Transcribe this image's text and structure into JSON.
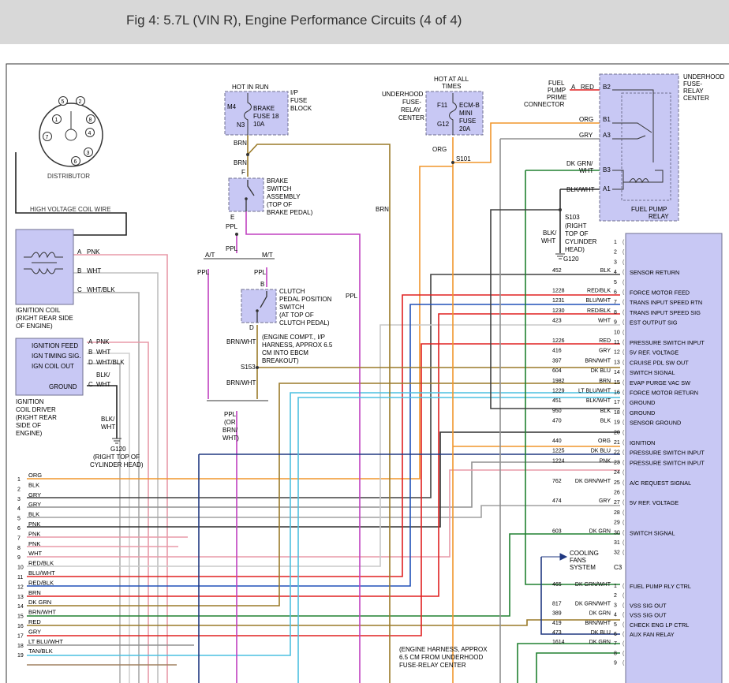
{
  "title": "Fig 4: 5.7L (VIN R), Engine Performance Circuits (4 of 4)",
  "colors": {
    "background": "#ffffff",
    "title_bar": "#d8d8d8",
    "component_fill": "#c8c8f4",
    "component_stroke": "#707090",
    "orange": "#f0962c",
    "pink": "#e89aa8",
    "red": "#e02020",
    "blue": "#2050b8",
    "dark_blue": "#203880",
    "dark_green": "#208030",
    "brown": "#9a7a28",
    "gray": "#909090",
    "black": "#202020",
    "purple": "#c040c0",
    "light_blue": "#4cc0e0"
  },
  "distributor": {
    "label": "DISTRIBUTOR",
    "pins": [
      "1",
      "2",
      "3",
      "4",
      "5",
      "6",
      "7",
      "8"
    ],
    "coil_wire": "HIGH VOLTAGE COIL WIRE"
  },
  "ignition_coil": {
    "label": [
      "IGNITION COIL",
      "(RIGHT REAR SIDE",
      "OF ENGINE)"
    ],
    "pins": [
      {
        "pin": "A",
        "wire": "PNK"
      },
      {
        "pin": "B",
        "wire": "WHT"
      },
      {
        "pin": "C",
        "wire": "WHT/BLK"
      }
    ]
  },
  "coil_driver": {
    "label": [
      "IGNITION",
      "COIL DRIVER",
      "(RIGHT REAR",
      "SIDE OF",
      "ENGINE)"
    ],
    "signals": [
      "IGNITION FEED",
      "IGN TIMING SIG.",
      "IGN COIL OUT",
      "GROUND"
    ],
    "pins": [
      {
        "pin": "A",
        "wire": "PNK"
      },
      {
        "pin": "B",
        "wire": "WHT"
      },
      {
        "pin": "D",
        "wire": "WHT/BLK"
      },
      {
        "pin": "C",
        "wire": "WHT"
      }
    ],
    "ground_wire": [
      "BLK/",
      "WHT"
    ],
    "ground_wire2": [
      "BLK/",
      "WHT"
    ],
    "ground": "G120",
    "ground_note": [
      "(RIGHT TOP OF",
      "CYLINDER HEAD)"
    ]
  },
  "fuse_block": {
    "hot": "HOT IN RUN",
    "label": [
      "I/P",
      "FUSE",
      "BLOCK"
    ],
    "fuse": [
      "BRAKE",
      "FUSE 18",
      "10A"
    ],
    "terminals": [
      "M4",
      "N3"
    ]
  },
  "brake_switch": {
    "label": [
      "BRAKE",
      "SWITCH",
      "ASSEMBLY",
      "(TOP OF",
      "BRAKE PEDAL)"
    ],
    "terminals": [
      "F",
      "E"
    ]
  },
  "clutch_switch": {
    "label": [
      "CLUTCH",
      "PEDAL POSITION",
      "SWITCH",
      "(AT TOP OF",
      "CLUTCH PEDAL)"
    ],
    "terminals": [
      "B",
      "D"
    ],
    "at": "A/T",
    "mt": "M/T"
  },
  "splices": {
    "s153": "S153",
    "s101": "S101",
    "s103": "S103",
    "s153_note": [
      "(ENGINE COMPT., I/P",
      "HARNESS, APPROX 6.5",
      "CM INTO EBCM",
      "BREAKOUT)"
    ],
    "s103_note": [
      "(RIGHT",
      "TOP OF",
      "CYLINDER",
      "HEAD)"
    ],
    "g120": "G120",
    "ppl_note": [
      "PPL",
      "(OR",
      "BRN/",
      "WHT)"
    ]
  },
  "underhood_ecm": {
    "hot": [
      "HOT AT ALL",
      "TIMES"
    ],
    "label": [
      "UNDERHOOD",
      "FUSE-",
      "RELAY",
      "CENTER"
    ],
    "fuse": [
      "ECM-B",
      "MINI",
      "FUSE",
      "20A"
    ],
    "terminals": [
      "F11",
      "G12"
    ]
  },
  "fuel_pump_prime": [
    "FUEL",
    "PUMP",
    "PRIME",
    "CONNECTOR"
  ],
  "fuel_relay": {
    "label": [
      "UNDERHOOD",
      "FUSE-",
      "RELAY",
      "CENTER"
    ],
    "relay_label": [
      "FUEL PUMP",
      "RELAY"
    ],
    "pins": [
      "B2",
      "B1",
      "A3",
      "B3",
      "A1"
    ],
    "prime_pin": "A"
  },
  "harness_note": [
    "(ENGINE HARNESS, APPROX",
    "6.5 CM FROM UNDERHOOD",
    "FUSE-RELAY CENTER"
  ],
  "cooling_fans": [
    "COOLING",
    "FANS",
    "SYSTEM"
  ],
  "wire_labels": {
    "brn": "BRN",
    "ppl": "PPL",
    "brn_wht": "BRN/WHT",
    "org": "ORG",
    "red": "RED",
    "gry": "GRY",
    "dk_grn_wht": [
      "DK GRN/",
      "WHT"
    ],
    "blk_wht": "BLK/WHT",
    "blk_wht_split": [
      "BLK/",
      "WHT"
    ]
  },
  "left_wires": [
    {
      "n": "1",
      "c": "ORG"
    },
    {
      "n": "2",
      "c": "BLK"
    },
    {
      "n": "3",
      "c": "GRY"
    },
    {
      "n": "4",
      "c": "GRY"
    },
    {
      "n": "5",
      "c": "BLK"
    },
    {
      "n": "6",
      "c": "PNK"
    },
    {
      "n": "7",
      "c": "PNK"
    },
    {
      "n": "8",
      "c": "PNK"
    },
    {
      "n": "9",
      "c": "WHT"
    },
    {
      "n": "10",
      "c": "RED/BLK"
    },
    {
      "n": "11",
      "c": "BLU/WHT"
    },
    {
      "n": "12",
      "c": "RED/BLK"
    },
    {
      "n": "13",
      "c": "BRN"
    },
    {
      "n": "14",
      "c": "DK GRN"
    },
    {
      "n": "15",
      "c": "BRN/WHT"
    },
    {
      "n": "16",
      "c": "RED"
    },
    {
      "n": "17",
      "c": "GRY"
    },
    {
      "n": "18",
      "c": "LT BLU/WHT"
    },
    {
      "n": "19",
      "c": "TAN/BLK"
    }
  ],
  "pcm_pins": [
    {
      "n": "1",
      "ckt": "",
      "color": "",
      "sig": ""
    },
    {
      "n": "2",
      "ckt": "",
      "color": "",
      "sig": ""
    },
    {
      "n": "3",
      "ckt": "",
      "color": "",
      "sig": ""
    },
    {
      "n": "4",
      "ckt": "452",
      "color": "BLK",
      "sig": "SENSOR RETURN"
    },
    {
      "n": "5",
      "ckt": "",
      "color": "",
      "sig": ""
    },
    {
      "n": "6",
      "ckt": "1228",
      "color": "RED/BLK",
      "sig": "FORCE MOTOR FEED"
    },
    {
      "n": "7",
      "ckt": "1231",
      "color": "BLU/WHT",
      "sig": "TRANS INPUT SPEED RTN"
    },
    {
      "n": "8",
      "ckt": "1230",
      "color": "RED/BLK",
      "sig": "TRANS INPUT SPEED SIG"
    },
    {
      "n": "9",
      "ckt": "423",
      "color": "WHT",
      "sig": "EST OUTPUT SIG"
    },
    {
      "n": "10",
      "ckt": "",
      "color": "",
      "sig": ""
    },
    {
      "n": "11",
      "ckt": "1226",
      "color": "RED",
      "sig": "PRESSURE SWITCH INPUT"
    },
    {
      "n": "12",
      "ckt": "416",
      "color": "GRY",
      "sig": "5V REF. VOLTAGE"
    },
    {
      "n": "13",
      "ckt": "397",
      "color": "BRN/WHT",
      "sig": "CRUISE PDL SW OUT"
    },
    {
      "n": "14",
      "ckt": "604",
      "color": "DK BLU",
      "sig": "SWITCH SIGNAL"
    },
    {
      "n": "15",
      "ckt": "1982",
      "color": "BRN",
      "sig": "EVAP PURGE VAC SW"
    },
    {
      "n": "16",
      "ckt": "1229",
      "color": "LT BLU/WHT",
      "sig": "FORCE MOTOR RETURN"
    },
    {
      "n": "17",
      "ckt": "451",
      "color": "BLK/WHT",
      "sig": "GROUND"
    },
    {
      "n": "18",
      "ckt": "950",
      "color": "BLK",
      "sig": "GROUND"
    },
    {
      "n": "19",
      "ckt": "470",
      "color": "BLK",
      "sig": "SENSOR GROUND"
    },
    {
      "n": "20",
      "ckt": "",
      "color": "",
      "sig": ""
    },
    {
      "n": "21",
      "ckt": "440",
      "color": "ORG",
      "sig": "IGNITION"
    },
    {
      "n": "22",
      "ckt": "1225",
      "color": "DK BLU",
      "sig": "PRESSURE SWITCH INPUT"
    },
    {
      "n": "23",
      "ckt": "1224",
      "color": "PNK",
      "sig": "PRESSURE SWITCH INPUT"
    },
    {
      "n": "24",
      "ckt": "",
      "color": "",
      "sig": ""
    },
    {
      "n": "25",
      "ckt": "762",
      "color": "DK GRN/WHT",
      "sig": "A/C REQUEST SIGNAL"
    },
    {
      "n": "26",
      "ckt": "",
      "color": "",
      "sig": ""
    },
    {
      "n": "27",
      "ckt": "474",
      "color": "GRY",
      "sig": "5V REF. VOLTAGE"
    },
    {
      "n": "28",
      "ckt": "",
      "color": "",
      "sig": ""
    },
    {
      "n": "29",
      "ckt": "",
      "color": "",
      "sig": ""
    },
    {
      "n": "30",
      "ckt": "603",
      "color": "DK GRN",
      "sig": "SWITCH SIGNAL"
    },
    {
      "n": "31",
      "ckt": "",
      "color": "",
      "sig": ""
    },
    {
      "n": "32",
      "ckt": "",
      "color": "",
      "sig": ""
    }
  ],
  "c3": {
    "label": "C3",
    "pins": [
      {
        "n": "1",
        "ckt": "465",
        "color": "DK GRN/WHT",
        "sig": "FUEL PUMP RLY CTRL"
      },
      {
        "n": "2",
        "ckt": "",
        "color": "",
        "sig": ""
      },
      {
        "n": "3",
        "ckt": "817",
        "color": "DK GRN/WHT",
        "sig": "VSS SIG OUT"
      },
      {
        "n": "4",
        "ckt": "389",
        "color": "DK GRN",
        "sig": "VSS SIG OUT"
      },
      {
        "n": "5",
        "ckt": "419",
        "color": "BRN/WHT",
        "sig": "CHECK ENG LP CTRL"
      },
      {
        "n": "6",
        "ckt": "473",
        "color": "DK BLU",
        "sig": "AUX FAN RELAY"
      },
      {
        "n": "7",
        "ckt": "1614",
        "color": "DK GRN",
        "sig": ""
      },
      {
        "n": "8",
        "ckt": "",
        "color": "",
        "sig": ""
      },
      {
        "n": "9",
        "ckt": "",
        "color": "",
        "sig": ""
      }
    ]
  }
}
